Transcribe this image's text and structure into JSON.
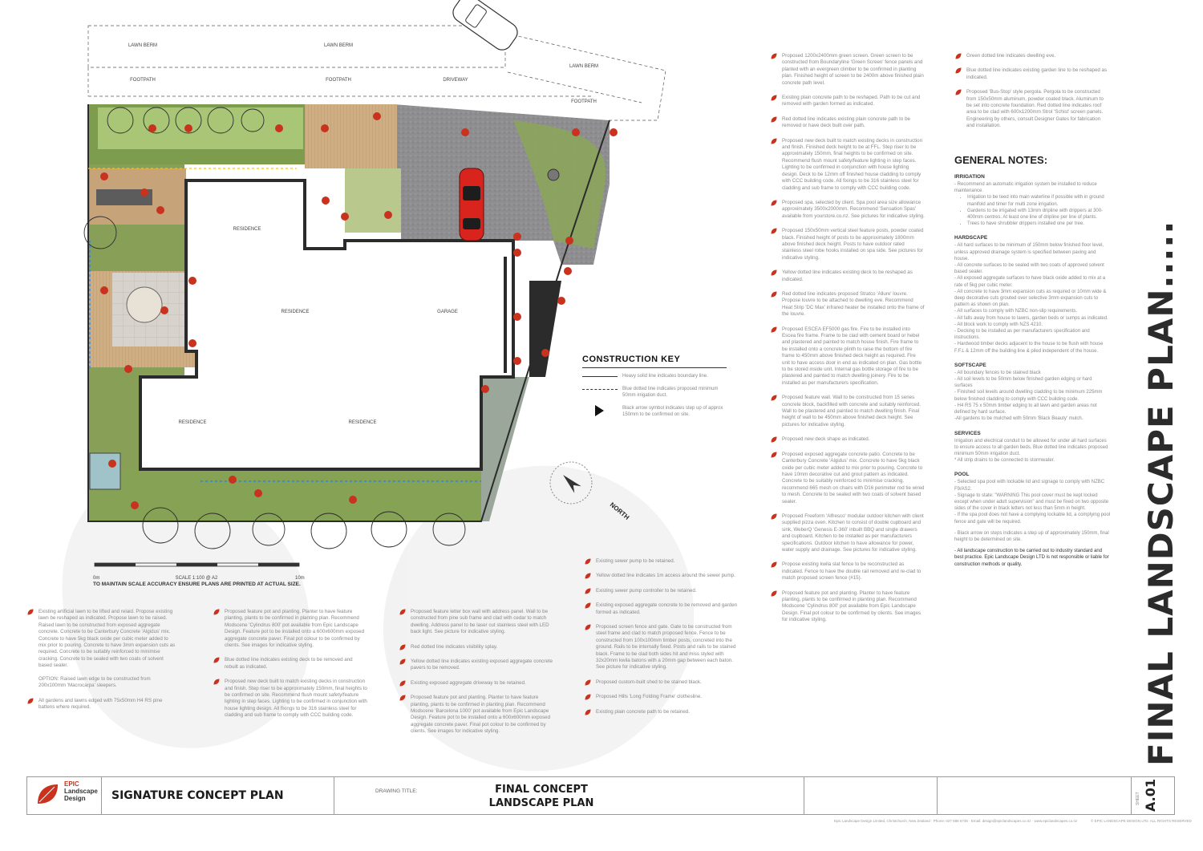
{
  "vertical_title": "FINAL LANDSCAPE PLAN.....",
  "plan": {
    "labels": {
      "lawn_berm": "LAWN BERM",
      "footpath": "FOOTPATH",
      "driveway": "DRIVEWAY",
      "residence": "RESIDENCE",
      "garage": "GARAGE",
      "north": "NORTH"
    },
    "scale": {
      "start": "0m",
      "mid": "SCALE 1:100 @ A2",
      "end": "10m",
      "note": "TO MAINTAIN SCALE ACCURACY ENSURE PLANS ARE PRINTED AT ACTUAL SIZE."
    }
  },
  "construction_key": {
    "title": "CONSTRUCTION KEY",
    "items": [
      {
        "symbol": "solid-line",
        "text": "Heavy solid line indicates boundary line."
      },
      {
        "symbol": "dashed-line",
        "text": "Blue dotted line indicates proposed minimum 50mm irrigation duct."
      },
      {
        "symbol": "arrow",
        "text": "Black arrow symbol indicates step up of approx 150mm to be confirmed on site."
      }
    ]
  },
  "notes_bottom": [
    [
      "Existing artificial lawn to be lifted and relaid. Propose existing lawn be reshaped as indicated. Propose lawn to be raised. Raised lawn to be constructed from exposed aggregate concrete. Concrete to be Canterbury Concrete 'Algidus' mix. Concrete to have 5kg black oxide per cubic meter added to mix prior to pouring. Concrete to have 3mm expansion cuts as required. Concrete to be suitably reinforced to minimise cracking. Concrete to be sealed with two coats of solvent based sealer.\n\nOPTION: Raised lawn edge to be constructed from 200x100mm 'Macrocarpa' sleepers.",
      "All gardens and lawns edged with 75x50mm H4 RS pine battens where required."
    ],
    [
      "Proposed feature pot and planting. Planter to have feature planting, plants to be confirmed in planting plan. Recommend Modscene 'Cylindrus 800' pot available from Epic Landscape Design. Feature pot to be installed onto a 600x600mm exposed aggregate concrete paver. Final pot colour to be confirmed by clients. See images for indicative styling.",
      "Blue dotted line indicates existing deck to be removed and rebuilt as indicated.",
      "Proposed new deck built to match existing decks in construction and finish. Step riser to be approximately 150mm, final heights to be confirmed on site. Recommend flush mount safety/feature lighting in step faces. Lighting to be confirmed in conjunction with house lighting design. All fixings to be 316 stainless steel for cladding and sub frame to comply with CCC building code."
    ],
    [
      "Proposed feature letter box wall with address panel. Wall to be constructed from pine sub frame and clad with cedar to match dwelling. Address panel to be laser cut stainless steel with LED back light. See picture for indicative styling.",
      "Red dotted line indicates visibility splay.",
      "Yellow dotted line indicates existing exposed aggregate concrete pavers to be removed.",
      "Existing exposed aggregate driveway to be retained.",
      "Proposed feature pot and planting. Planter to have feature planting, plants to be confirmed in planting plan. Recommend Modscene 'Barcelona 1000' pot available from Epic Landscape Design. Feature pot to be installed onto a 600x600mm exposed aggregate concrete paver. Final pot colour to be confirmed by clients. See images for indicative styling."
    ],
    [
      "Existing sewer pump to be retained.",
      "Yellow dotted line indicates 1m access around the sewer pump.",
      "Existing sewer pump controller to be retained.",
      "Existing exposed aggregate concrete to be removed and garden formed as indicated.",
      "Proposed screen fence and gate. Gate to be constructed from steel frame and clad to match proposed fence. Fence to be constructed from 100x100mm timber posts, concreted into the ground. Rails to be internally fixed. Posts and rails to be stained black. Frame to be clad both sides hit and miss styled with 32x20mm kwila batons with a 20mm gap between each baton. See picture for indicative styling.",
      "Proposed custom-built shed to be stained black.",
      "Proposed Hills 'Long Folding Frame' clothesline.",
      "Existing plain concrete path to be retained."
    ]
  ],
  "notes_middle": [
    "Proposed 1200x2400mm green screen. Green screen to be constructed from Boundaryline 'Green Screen' fence panels and planted with an evergreen climber to be confirmed in planting plan. Finished height of screen to be 2400m above finished plain concrete path level.",
    "Existing plain concrete path to be reshaped. Path to be cut and removed with garden formed as indicated.",
    "Red dotted line indicates existing plain concrete path to be removed or have deck built over path.",
    "Proposed new deck built to match existing decks in construction and finish. Finished deck height to be at FFL. Step riser to be approximately 150mm, final heights to be confirmed on site. Recommend flush mount safety/feature lighting in step faces. Lighting to be confirmed in conjunction with house lighting design. Deck to be 12mm off finished house cladding to comply with CCC building code. All fixings to be 316 stainless steel for cladding and sub frame to comply with CCC building code.",
    "Proposed spa, selected by client. Spa pool area size allowance approximately 3500x2000mm. Recommend 'Sensation Spas' available from yourstore.co.nz. See pictures for indicative styling.",
    "Proposed 150x50mm vertical steel feature posts, powder coated black. Finished height of posts to be approximately 1800mm above finished deck height. Posts to have outdoor rated stainless steel robe hooks installed on spa side. See pictures for indicative styling.",
    "Yellow dotted line indicates existing deck to be reshaped as indicated.",
    "Red dotted line indicates proposed Stratco 'Allure' louvre. Propose louvre to be attached to dwelling eve. Recommend Heat Strip 'DC Max' infrared heater be installed onto the frame of the louvre.",
    "Proposed ESCEA EF5000 gas fire. Fire to be installed into Escea fire frame. Frame to be clad with cement board or hebel and plastered and painted to match house finish. Fire frame to be installed onto a concrete plinth to raise the bottom of fire frame to 450mm above finished deck height as required. Fire unit to have access door in end as indicated on plan. Gas bottle to be stored inside unit. Internal gas bottle storage of fire to be plastered and painted to match dwelling joinery. Fire to be installed as per manufacturers specification.",
    "Proposed feature wall. Wall to be constructed from 15 series concrete block, backfilled with concrete and suitably reinforced. Wall to be plastered and painted to match dwelling finish. Final height of wall to be 450mm above finished deck height. See pictures for indicative styling.",
    "Proposed new deck shape as indicated.",
    "Proposed exposed aggregate concrete patio. Concrete to be Canterbury Concrete 'Algidus' mix. Concrete to have 5kg black oxide per cubic meter added to mix prior to pouring. Concrete to have 10mm decorative cut and grout pattern as indicated. Concrete to be suitably reinforced to minimise cracking, recommend 665 mesh on chairs with D16 perimeter rod tie wired to mesh. Concrete to be sealed with two coats of solvent based sealer.",
    "Proposed Freeform 'Alfresco' modular outdoor kitchen with client supplied pizza oven. Kitchen to consist of double cupboard and sink, WeberQ 'Genesis E-360' inbuilt BBQ and single drawers and cupboard. Kitchen to be installed as per manufacturers specifications. Outdoor kitchen to have allowance for power, water supply and drainage. See pictures for indicative styling.",
    "Propose existing kwila slat fence to be reconstructed as indicated. Fence to have the double rail removed and re-clad to match proposed screen fence (#15).",
    "Proposed feature pot and planting. Planter to have feature planting, plants to be confirmed in planting plan. Recommend Modscene 'Cylindrus 800' pot available from Epic Landscape Design. Final pot colour to be confirmed by clients. See images for indicative styling."
  ],
  "notes_right": [
    "Green dotted line indicates dwelling eve.",
    "Blue dotted line indicates existing garden line to be reshaped as indicated.",
    "Proposed 'Bus-Stop' style pergola. Pergola to be constructed from 150x50mm aluminum, powder coated black. Aluminum to be set into concrete foundation. Red dotted line indicates roof area to be clad with 600x1200mm Strol 'Schist' screen panels. Engineering by others, consult Designer Gates for fabrication and installation."
  ],
  "general_notes": {
    "title": "GENERAL NOTES:",
    "sections": [
      {
        "heading": "IRRIGATION",
        "paras": [
          "- Recommend an automatic irrigation system be installed to reduce maintenance."
        ],
        "bullets": [
          "Irrigation to be teed into main waterline if possible with in ground manifold and timer for multi zone irrigation.",
          "Gardens to be irrigated with 13mm dripline with drippers at 300-400mm centres. At least one line of dripline per line of plants.",
          "Trees to have shrubbler drippers installed one per tree."
        ]
      },
      {
        "heading": "HARDSCAPE",
        "paras": [
          "- All hard surfaces to be minimum of 150mm below finished floor level, unless approved drainage system is specified between paving and house.",
          "- All concrete surfaces to be sealed with two coats of approved solvent based sealer.",
          "- All exposed aggregate surfaces to have black oxide added to mix at a rate of 5kg per cubic meter.",
          "- All concrete to have 3mm expansion cuts as required or 10mm wide & deep decorative cuts grouted over selective 3mm expansion cuts to pattern as shown on plan.",
          "- All surfaces to comply with NZBC non-slip requirements.",
          "- All falls away from house to lawns, garden beds or sumps as indicated.",
          "- All block work to comply with NZS 4210.",
          "- Decking to be installed as per manufacturers specification and instructions.",
          "- Hardwood timber decks adjacent to the house to be flush with house F.F.L & 12mm off the building line & piled independent of the house."
        ],
        "bullets": []
      },
      {
        "heading": "SOFTSCAPE",
        "paras": [
          "- All boundary fences to be stained black",
          "- All soil levels to be 50mm below finished garden edging or hard surfaces",
          "- Finished soil levels around dwelling cladding to be minimum 225mm below finished cladding to comply with CCC building code.",
          "- H4 RS 75 x 50mm timber edging to all lawn and garden areas not defined by hard surface.",
          "-All gardens to be mulched with 50mm 'Black Beauty' mulch."
        ],
        "bullets": []
      },
      {
        "heading": "SERVICES",
        "paras": [
          "Irrigation and electrical conduit to be allowed for under all hard surfaces to ensure access to all garden beds. Blue dotted line indicates proposed minimum 50mm irrigation duct.",
          "* All strip drains to be connected to stormwater."
        ],
        "bullets": []
      },
      {
        "heading": "POOL",
        "paras": [
          "- Selected spa pool with lockable lid and signage to comply with NZBC F9/AS2.",
          "- Signage to state: \"WARNING This pool cover must be kept locked except when under adult supervision\" and must be fixed on two opposite sides of the cover in black letters not less than 5mm in height.",
          "- If the spa pool does not have a complying lockable lid, a complying pool fence and gate will be required.",
          "- Black arrow on steps indicates a step up of approximately 150mm, final height to be determined on site.",
          "- All landscape construction to be carried out to industry standard and best practice. Epic Landscape Design LTD is not responsible or liable for construction methods or quality."
        ],
        "bullets": []
      }
    ]
  },
  "title_block": {
    "logo_line1": "EPIC",
    "logo_line2": "Landscape",
    "logo_line3": "Design",
    "plan_name": "SIGNATURE CONCEPT PLAN",
    "drawing_title_label": "DRAWING TITLE:",
    "drawing_title_line1": "FINAL CONCEPT",
    "drawing_title_line2": "LANDSCAPE PLAN",
    "sheet_label": "SHEET",
    "sheet": "A.01",
    "footer_left": "Epic Landscape Design Limited, Christchurch, New Zealand · Phone: 027 688 6735 · Email: design@epiclandscapes.co.nz · www.epiclandscapes.co.nz",
    "footer_right": "© EPIC LANDSCAPE DESIGN LTD. ALL RIGHTS RESERVED"
  },
  "colors": {
    "accent": "#c8321e",
    "lawn": "#a7c472",
    "garden": "#7d9a4c",
    "driveway": "#8d8d8f",
    "deck": "#c9a97f",
    "building": "#ffffff",
    "wall": "#2b2b2b"
  },
  "icons": [
    "leaf-marker-icon",
    "north-arrow-icon",
    "car-icon",
    "epic-leaf-logo-icon"
  ]
}
